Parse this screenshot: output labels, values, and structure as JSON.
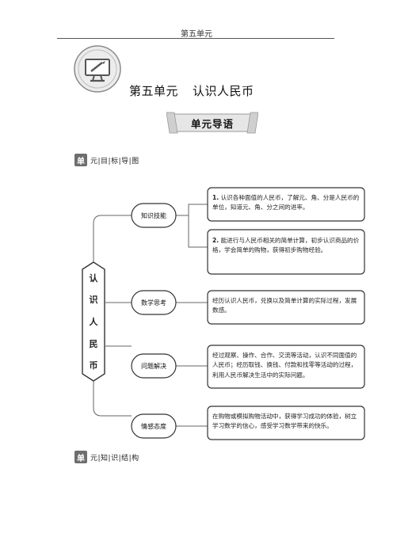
{
  "page": {
    "header": "第五单元"
  },
  "unit": {
    "number": "第五单元",
    "name": "认识人民币",
    "icon": "computer-monitor-icon"
  },
  "banner": {
    "label": "单元导语"
  },
  "sections": {
    "goals": {
      "badge": "单",
      "text": "元|目|标|导|图"
    },
    "structure": {
      "badge": "单",
      "text": "元|知|识|结|构"
    }
  },
  "diagram": {
    "root": [
      "认",
      "识",
      "人",
      "民",
      "币"
    ],
    "nodes": [
      {
        "label": "知识技能",
        "items": [
          {
            "num": "1.",
            "text": "认识各种面值的人民币，了解元、角、分是人民币的单位，知道元、角、分之间的进率。"
          },
          {
            "num": "2.",
            "text": "能进行与人民币相关的简单计算，初步认识商品的价格，学会简单的购物，获得初步购物经验。"
          }
        ]
      },
      {
        "label": "数学思考",
        "items": [
          {
            "num": "",
            "text": "经历认识人民币，兑换以及简单计算的实际过程，发展数感。"
          }
        ]
      },
      {
        "label": "问题解决",
        "items": [
          {
            "num": "",
            "text": "经过观察、操作、合作、交流等活动，认识不同面值的人民币；经历取钱、换钱、付款和找零等活动的过程，利用人民币解决生活中的实际问题。"
          }
        ]
      },
      {
        "label": "情感态度",
        "items": [
          {
            "num": "",
            "text": "在购物或模拟购物活动中，获得学习成功的体验，树立学习数学的信心，感受学习数学带来的快乐。"
          }
        ]
      }
    ]
  },
  "colors": {
    "frame": "#555555",
    "badge": "#6e6e6e",
    "banner_fill": "#e6e6e6",
    "node_fill": "#ffffff"
  }
}
